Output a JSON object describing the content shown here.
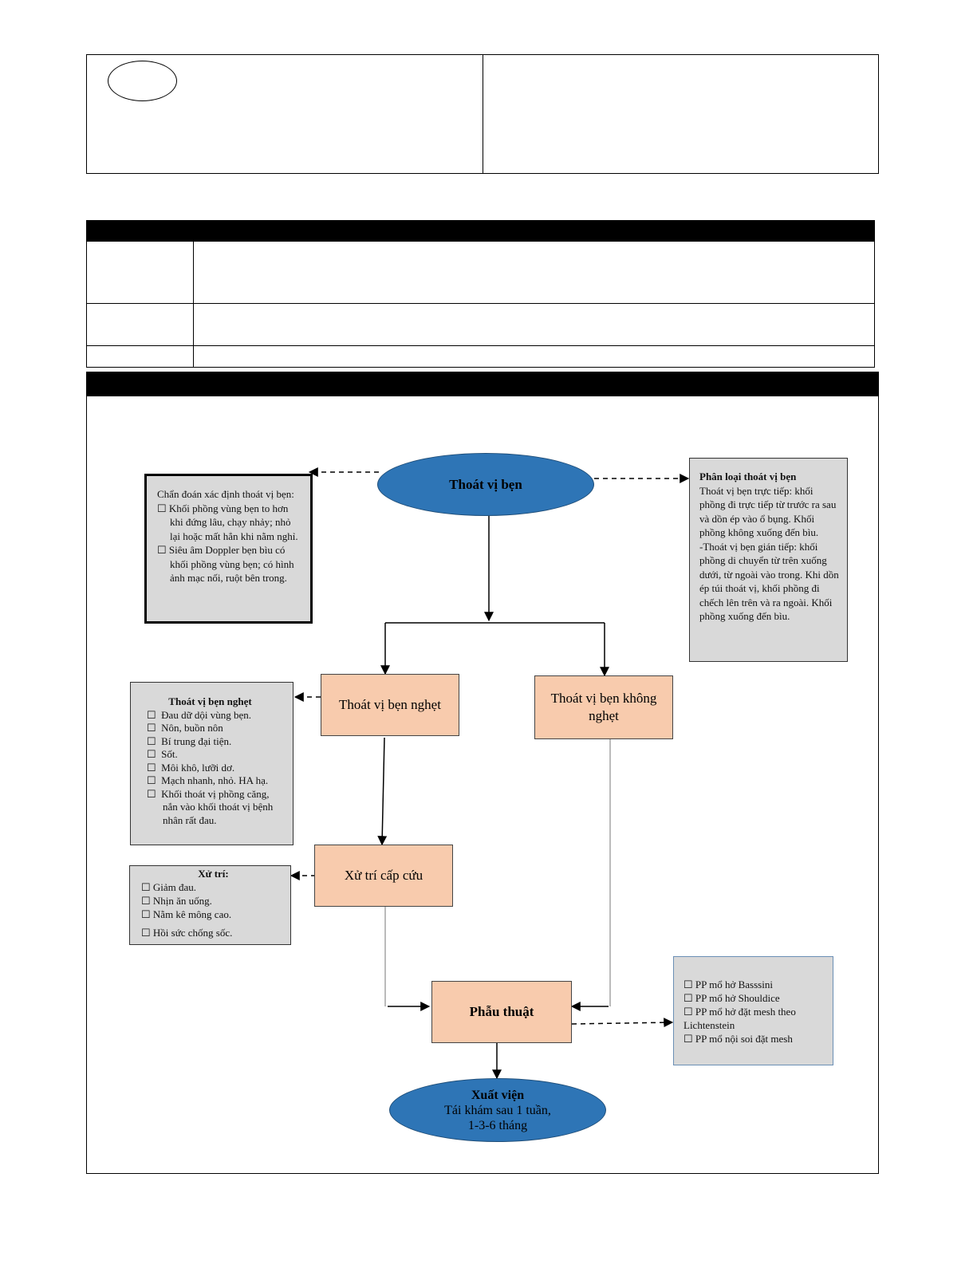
{
  "diagram": {
    "root": "Thoát vị bẹn",
    "diagnosis": {
      "intro": "Chẩn đoán xác định thoát vị bẹn:",
      "items": [
        "Khối phồng vùng bẹn to hơn khi đứng lâu, chạy nhảy; nhỏ lại hoặc mất hẳn khi nằm nghỉ.",
        "Siêu âm Doppler bẹn bìu có khối phồng vùng bẹn; có hình ảnh mạc nối, ruột bên trong."
      ]
    },
    "classification": {
      "title": "Phân loại thoát vị bẹn",
      "text1": "Thoát vị bẹn trực tiếp: khối phồng đi trực tiếp từ trước ra sau và dồn ép vào ổ bụng. Khối phồng không xuống đến bìu.",
      "text2": "-Thoát vị bẹn gián tiếp: khối phồng di chuyển từ trên xuống dưới, từ ngoài vào trong. Khi dồn ép túi thoát vị, khối phồng đi chếch lên trên và ra ngoài. Khối phồng xuống đến bìu."
    },
    "strangulated": "Thoát vị bẹn nghẹt",
    "not_strangulated": "Thoát vị bẹn không nghẹt",
    "strangulated_signs": {
      "title": "Thoát vị bẹn nghẹt",
      "items": [
        "Đau dữ dội vùng bẹn.",
        "Nôn, buồn nôn",
        "Bí trung đại tiện.",
        "Sốt.",
        "Môi khô, lưỡi dơ.",
        "Mạch nhanh, nhỏ. HA hạ.",
        "Khối thoát vị phồng căng, nắn vào khối thoát vị bệnh nhân rất đau."
      ]
    },
    "emergency": "Xử trí cấp cứu",
    "management": {
      "title": "Xử trí:",
      "items": [
        "Giảm đau.",
        "Nhịn ăn uống.",
        "Nằm kê mông cao.",
        "Hồi sức chống sốc."
      ]
    },
    "surgery": "Phẫu thuật",
    "methods": [
      "PP mổ hở Basssini",
      "PP mổ hở Shouldice",
      "PP mổ hở đặt mesh theo Lichtenstein",
      "PP mổ nội soi đặt mesh"
    ],
    "discharge": {
      "title": "Xuất viện",
      "line1": "Tái khám sau 1 tuần,",
      "line2": "1-3-6 tháng"
    }
  },
  "colors": {
    "oval_fill": "#2e75b6",
    "process_fill": "#f8cbad",
    "note_fill": "#d9d9d9"
  },
  "icons": {
    "checkbox": "☐"
  }
}
